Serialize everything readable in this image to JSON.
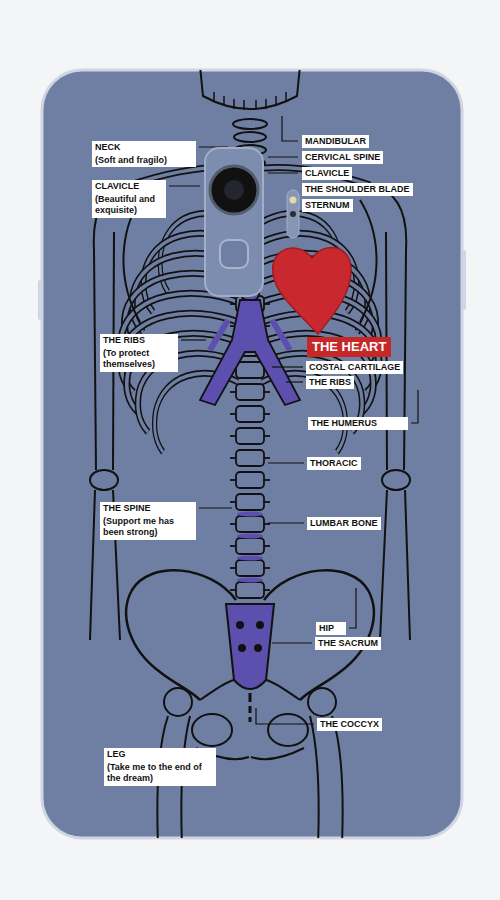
{
  "diagram": {
    "labels": [
      "NECK",
      "(Soft and fragilo)",
      "MANDIBULAR",
      "CERVICAL SPINE",
      "CLAVICLE",
      "(Beautiful and exquisite)",
      "CLAVICLE",
      "THE SHOULDER BLADE",
      "STERNUM",
      "THE RIBS",
      "(To protect themselves)",
      "THE HEART",
      "COSTAL CARTILAGE",
      "THE RIBS",
      "THE HUMERUS",
      "THORACIC",
      "THE SPINE",
      "(Support me has been strong)",
      "LUMBAR BONE",
      "HIP",
      "THE SACRUM",
      "THE COCCYX",
      "LEG",
      "(Take me to the end of the dream)"
    ]
  }
}
